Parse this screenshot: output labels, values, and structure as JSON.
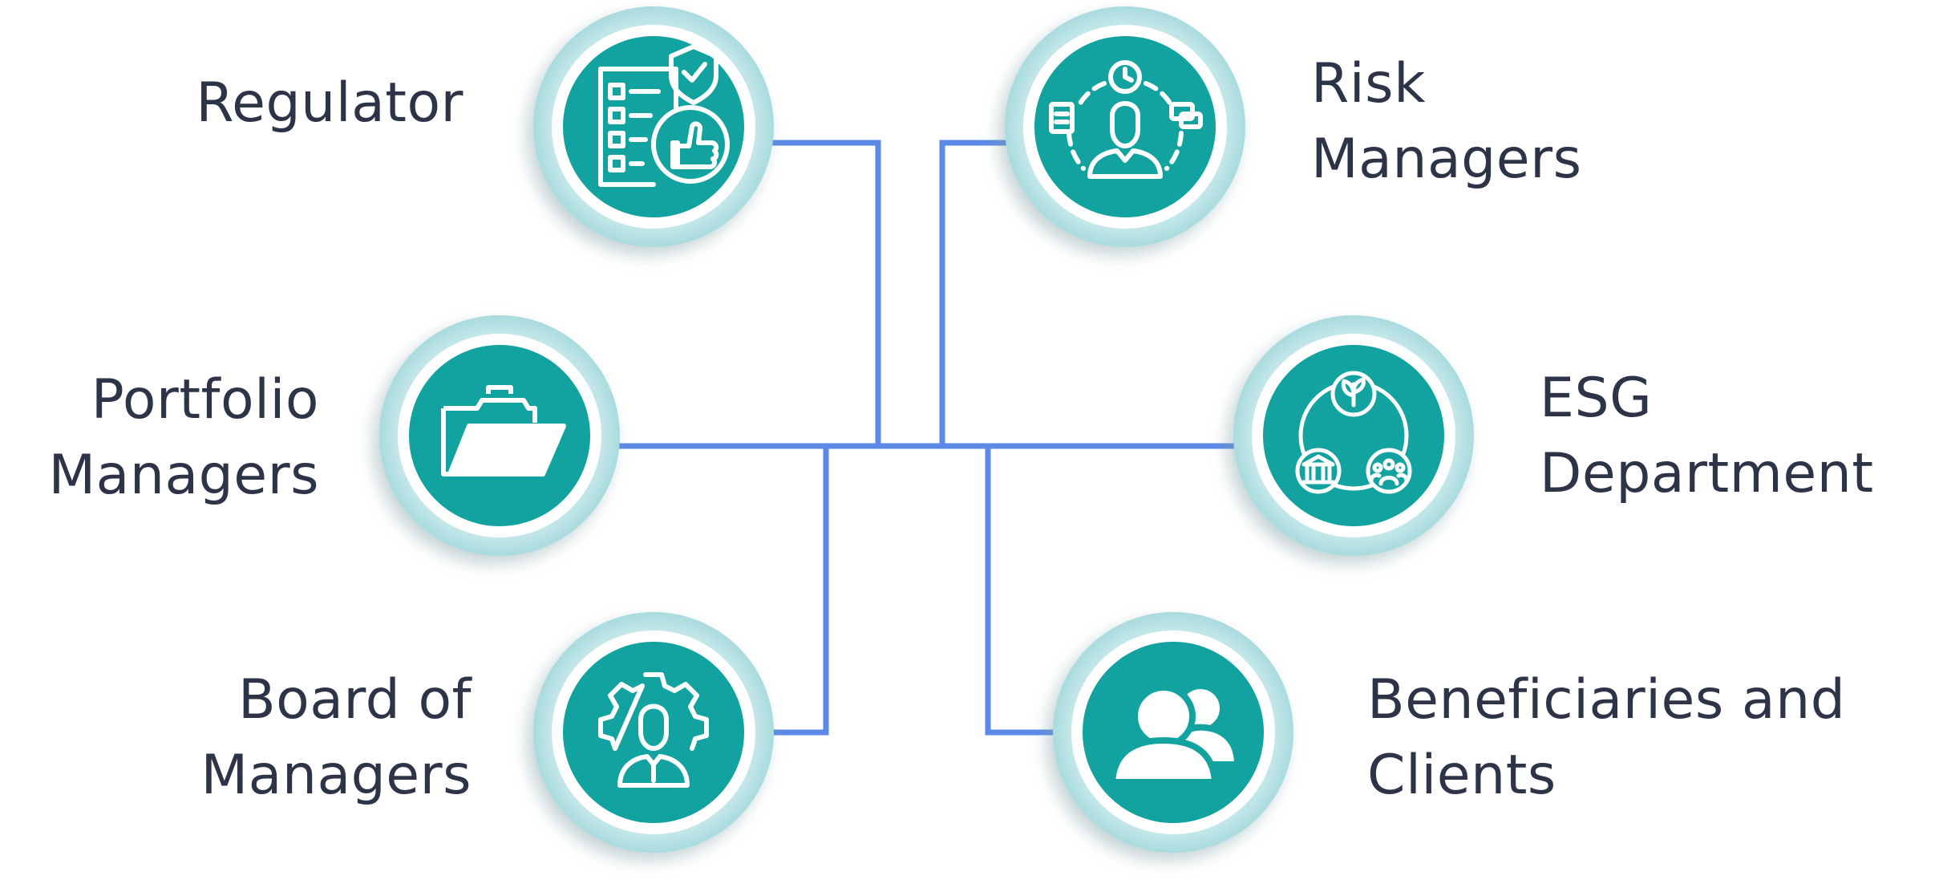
{
  "colors": {
    "connector": "#5b8ae6",
    "node_fill": "#12a3a0",
    "halo": "#bde4e6",
    "ring": "#ffffff",
    "text": "#2e3447"
  },
  "nodes": [
    {
      "id": "regulator",
      "icon": "compliance-checklist-icon",
      "lines": [
        "Regulator"
      ]
    },
    {
      "id": "risk-managers",
      "icon": "risk-manager-icon",
      "lines": [
        "Risk",
        "Managers"
      ]
    },
    {
      "id": "portfolio-managers",
      "icon": "folder-icon",
      "lines": [
        "Portfolio",
        "Managers"
      ]
    },
    {
      "id": "esg-department",
      "icon": "esg-cycle-icon",
      "lines": [
        "ESG",
        "Department"
      ]
    },
    {
      "id": "board-of-managers",
      "icon": "gear-person-icon",
      "lines": [
        "Board of",
        "Managers"
      ]
    },
    {
      "id": "beneficiaries-and-clients",
      "icon": "people-icon",
      "lines": [
        "Beneficiaries and",
        "Clients"
      ]
    }
  ]
}
